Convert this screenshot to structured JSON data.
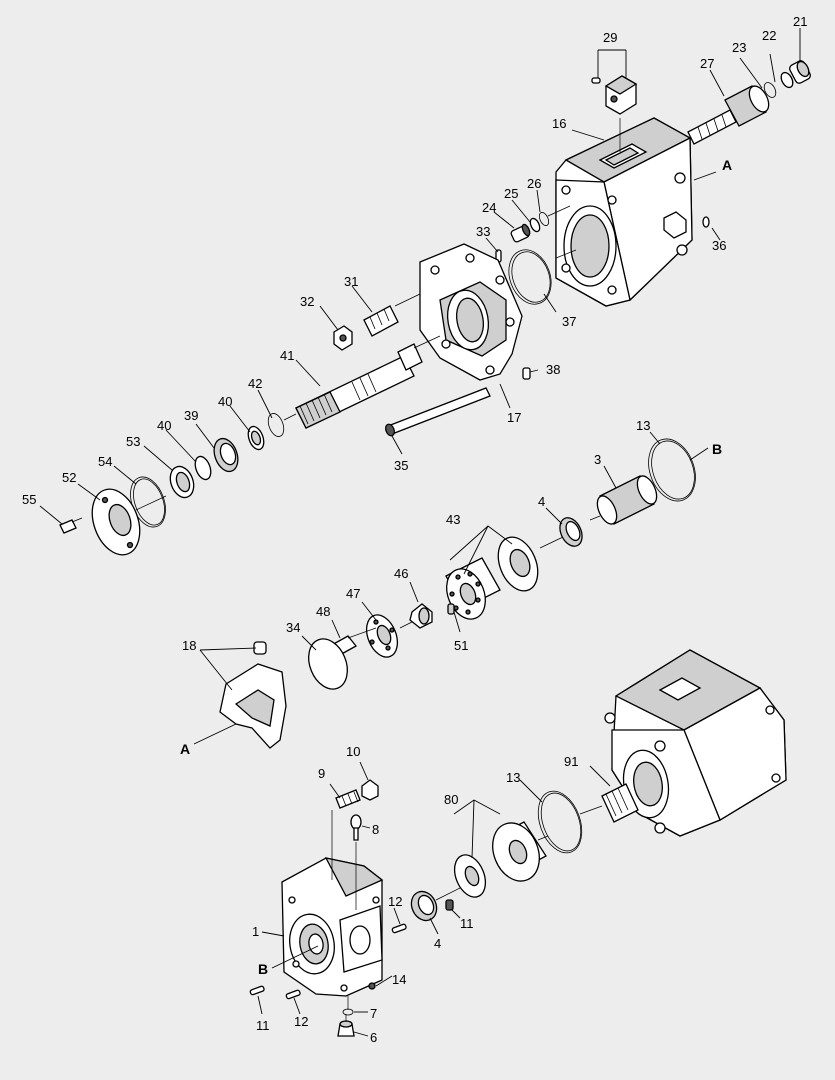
{
  "callouts": {
    "c21": "21",
    "c22": "22",
    "c23": "23",
    "c27": "27",
    "c29": "29",
    "c16": "16",
    "cA1": "A",
    "c26": "26",
    "c25": "25",
    "c24": "24",
    "c36": "36",
    "c33": "33",
    "c31": "31",
    "c32": "32",
    "c37": "37",
    "c41": "41",
    "c38": "38",
    "c42": "42",
    "c17": "17",
    "c40a": "40",
    "c39": "39",
    "c40b": "40",
    "c53": "53",
    "c35": "35",
    "c13a": "13",
    "cB1": "B",
    "c54": "54",
    "c52": "52",
    "c3": "3",
    "c55": "55",
    "c4a": "4",
    "c43": "43",
    "c46": "46",
    "c47": "47",
    "c48": "48",
    "c34": "34",
    "c51": "51",
    "c18": "18",
    "cA2": "A",
    "c10": "10",
    "c9": "9",
    "c91": "91",
    "c13b": "13",
    "c8": "8",
    "c80": "80",
    "c12a": "12",
    "c11a": "11",
    "c1": "1",
    "c4b": "4",
    "cB2": "B",
    "c14": "14",
    "c7": "7",
    "c11b": "11",
    "c12b": "12",
    "c6": "6"
  }
}
